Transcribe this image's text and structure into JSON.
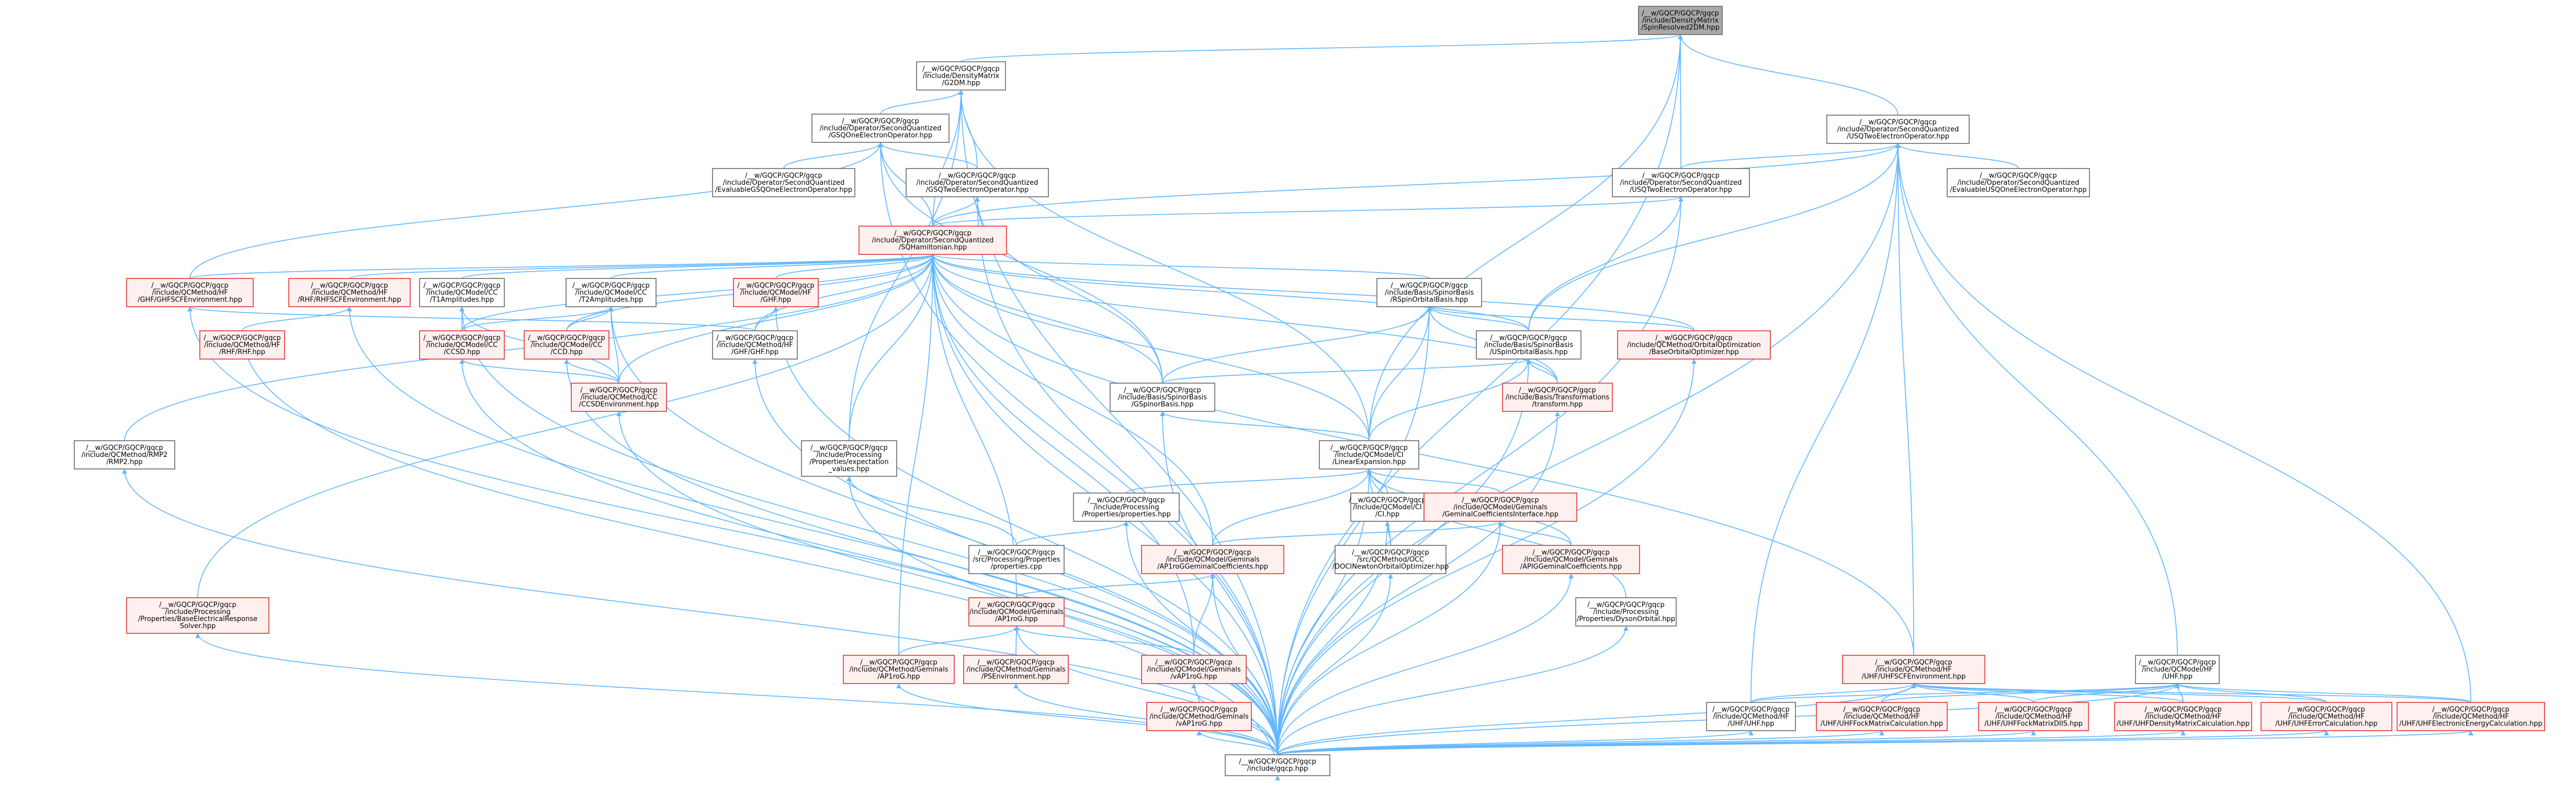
{
  "colors": {
    "edge": "#63b8ff",
    "node_border": "#666666",
    "red_border": "#e03030",
    "red_fill": "#fff0f0",
    "root_fill": "#a9a9a9"
  },
  "nodes": [
    {
      "id": "n0",
      "style": "root",
      "lines": [
        "/__w/GQCP/GQCP/gqcp",
        "/include/DensityMatrix",
        "/SpinResolved2DM.hpp"
      ]
    },
    {
      "id": "n1",
      "style": "plain",
      "lines": [
        "/__w/GQCP/GQCP/gqcp",
        "/include/DensityMatrix",
        "/G2DM.hpp"
      ]
    },
    {
      "id": "n2",
      "style": "plain",
      "lines": [
        "/__w/GQCP/GQCP/gqcp",
        "/include/Operator/SecondQuantized",
        "/USQTwoElectronOperator.hpp"
      ]
    },
    {
      "id": "n3",
      "style": "plain",
      "lines": [
        "/__w/GQCP/GQCP/gqcp",
        "/include/Operator/SecondQuantized",
        "/GSQOneElectronOperator.hpp"
      ]
    },
    {
      "id": "n4",
      "style": "plain",
      "lines": [
        "/__w/GQCP/GQCP/gqcp",
        "/include/Operator/SecondQuantized",
        "/EvaluableGSQOneElectronOperator.hpp"
      ]
    },
    {
      "id": "n5",
      "style": "plain",
      "lines": [
        "/__w/GQCP/GQCP/gqcp",
        "/include/Operator/SecondQuantized",
        "/GSQTwoElectronOperator.hpp"
      ]
    },
    {
      "id": "n6",
      "style": "plain",
      "lines": [
        "/__w/GQCP/GQCP/gqcp",
        "/include/Operator/SecondQuantized",
        "/USQTwoElectronOperator.hpp"
      ]
    },
    {
      "id": "n7",
      "style": "plain",
      "lines": [
        "/__w/GQCP/GQCP/gqcp",
        "/include/Operator/SecondQuantized",
        "/EvaluableUSQOneElectronOperator.hpp"
      ]
    },
    {
      "id": "n8",
      "style": "red",
      "lines": [
        "/__w/GQCP/GQCP/gqcp",
        "/include/Operator/SecondQuantized",
        "/SQHamiltonian.hpp"
      ]
    },
    {
      "id": "n9",
      "style": "red",
      "lines": [
        "/__w/GQCP/GQCP/gqcp",
        "/include/QCMethod/HF",
        "/GHF/GHFSCFEnvironment.hpp"
      ]
    },
    {
      "id": "n10",
      "style": "red",
      "lines": [
        "/__w/GQCP/GQCP/gqcp",
        "/include/QCMethod/HF",
        "/RHF/RHFSCFEnvironment.hpp"
      ]
    },
    {
      "id": "n11",
      "style": "plain",
      "lines": [
        "/__w/GQCP/GQCP/gqcp",
        "/include/QCModel/CC",
        "/T1Amplitudes.hpp"
      ]
    },
    {
      "id": "n12",
      "style": "plain",
      "lines": [
        "/__w/GQCP/GQCP/gqcp",
        "/include/QCModel/CC",
        "/T2Amplitudes.hpp"
      ]
    },
    {
      "id": "n13",
      "style": "red",
      "lines": [
        "/__w/GQCP/GQCP/gqcp",
        "/include/QCModel/HF",
        "/GHF.hpp"
      ]
    },
    {
      "id": "n14",
      "style": "plain",
      "lines": [
        "/__w/GQCP/GQCP/gqcp",
        "/include/Basis/SpinorBasis",
        "/RSpinOrbitalBasis.hpp"
      ]
    },
    {
      "id": "n15",
      "style": "red",
      "lines": [
        "/__w/GQCP/GQCP/gqcp",
        "/include/QCMethod/HF",
        "/RHF/RHF.hpp"
      ]
    },
    {
      "id": "n16",
      "style": "red",
      "lines": [
        "/__w/GQCP/GQCP/gqcp",
        "/include/QCModel/CC",
        "/CCSD.hpp"
      ]
    },
    {
      "id": "n17",
      "style": "red",
      "lines": [
        "/__w/GQCP/GQCP/gqcp",
        "/include/QCModel/CC",
        "/CCD.hpp"
      ]
    },
    {
      "id": "n18",
      "style": "plain",
      "lines": [
        "/__w/GQCP/GQCP/gqcp",
        "/include/QCMethod/HF",
        "/GHF/GHF.hpp"
      ]
    },
    {
      "id": "n19",
      "style": "plain",
      "lines": [
        "/__w/GQCP/GQCP/gqcp",
        "/include/Basis/SpinorBasis",
        "/USpinOrbitalBasis.hpp"
      ]
    },
    {
      "id": "n20",
      "style": "red",
      "lines": [
        "/__w/GQCP/GQCP/gqcp",
        "/include/QCMethod/OrbitalOptimization",
        "/BaseOrbitalOptimizer.hpp"
      ]
    },
    {
      "id": "n21",
      "style": "red",
      "lines": [
        "/__w/GQCP/GQCP/gqcp",
        "/include/QCMethod/CC",
        "/CCSDEnvironment.hpp"
      ]
    },
    {
      "id": "n22",
      "style": "plain",
      "lines": [
        "/__w/GQCP/GQCP/gqcp",
        "/include/Basis/SpinorBasis",
        "/GSpinorBasis.hpp"
      ]
    },
    {
      "id": "n23",
      "style": "red",
      "lines": [
        "/__w/GQCP/GQCP/gqcp",
        "/include/Basis/Transformations",
        "/transform.hpp"
      ]
    },
    {
      "id": "n24",
      "style": "plain",
      "lines": [
        "/__w/GQCP/GQCP/gqcp",
        "/include/QCMethod/RMP2",
        "/RMP2.hpp"
      ]
    },
    {
      "id": "n25",
      "style": "plain",
      "lines": [
        "/__w/GQCP/GQCP/gqcp",
        "/include/Processing",
        "/Properties/expectation",
        "_values.hpp"
      ]
    },
    {
      "id": "n26",
      "style": "plain",
      "lines": [
        "/__w/GQCP/GQCP/gqcp",
        "/include/QCModel/CI",
        "/LinearExpansion.hpp"
      ]
    },
    {
      "id": "n27",
      "style": "plain",
      "lines": [
        "/__w/GQCP/GQCP/gqcp",
        "/include/Processing",
        "/Properties/properties.hpp"
      ]
    },
    {
      "id": "n28",
      "style": "plain",
      "lines": [
        "/__w/GQCP/GQCP/gqcp",
        "/include/QCModel/CI",
        "/CI.hpp"
      ]
    },
    {
      "id": "n29",
      "style": "red",
      "lines": [
        "/__w/GQCP/GQCP/gqcp",
        "/include/QCModel/Geminals",
        "/GeminalCoefficientsInterface.hpp"
      ]
    },
    {
      "id": "n30",
      "style": "plain",
      "lines": [
        "/__w/GQCP/GQCP/gqcp",
        "/src/Processing/Properties",
        "/properties.cpp"
      ]
    },
    {
      "id": "n31",
      "style": "red",
      "lines": [
        "/__w/GQCP/GQCP/gqcp",
        "/include/QCModel/Geminals",
        "/AP1roGGeminalCoefficients.hpp"
      ]
    },
    {
      "id": "n32",
      "style": "plain",
      "lines": [
        "/__w/GQCP/GQCP/gqcp",
        "/src/QCMethod/OCC",
        "/DOCINewtonOrbitalOptimizer.hpp"
      ]
    },
    {
      "id": "n33",
      "style": "red",
      "lines": [
        "/__w/GQCP/GQCP/gqcp",
        "/include/QCModel/Geminals",
        "/APIGGeminalCoefficients.hpp"
      ]
    },
    {
      "id": "n34",
      "style": "red",
      "lines": [
        "/__w/GQCP/GQCP/gqcp",
        "/include/Processing",
        "/Properties/BaseElectricalResponse",
        "Solver.hpp"
      ]
    },
    {
      "id": "n35",
      "style": "red",
      "lines": [
        "/__w/GQCP/GQCP/gqcp",
        "/include/QCModel/Geminals",
        "/AP1roG.hpp"
      ]
    },
    {
      "id": "n36",
      "style": "plain",
      "lines": [
        "/__w/GQCP/GQCP/gqcp",
        "/include/Processing",
        "/Properties/DysonOrbital.hpp"
      ]
    },
    {
      "id": "n37",
      "style": "red",
      "lines": [
        "/__w/GQCP/GQCP/gqcp",
        "/include/QCMethod/Geminals",
        "/AP1roG.hpp"
      ]
    },
    {
      "id": "n38",
      "style": "red",
      "lines": [
        "/__w/GQCP/GQCP/gqcp",
        "/include/QCMethod/Geminals",
        "/PSEnvironment.hpp"
      ]
    },
    {
      "id": "n39",
      "style": "red",
      "lines": [
        "/__w/GQCP/GQCP/gqcp",
        "/include/QCModel/Geminals",
        "/vAP1roG.hpp"
      ]
    },
    {
      "id": "n40",
      "style": "red",
      "lines": [
        "/__w/GQCP/GQCP/gqcp",
        "/include/QCMethod/Geminals",
        "/vAP1roG.hpp"
      ]
    },
    {
      "id": "n41",
      "style": "red",
      "lines": [
        "/__w/GQCP/GQCP/gqcp",
        "/include/QCMethod/HF",
        "/UHF/UHFSCFEnvironment.hpp"
      ]
    },
    {
      "id": "n42",
      "style": "plain",
      "lines": [
        "/__w/GQCP/GQCP/gqcp",
        "/include/QCModel/HF",
        "/UHF.hpp"
      ]
    },
    {
      "id": "n43",
      "style": "plain",
      "lines": [
        "/__w/GQCP/GQCP/gqcp",
        "/include/QCMethod/HF",
        "/UHF/UHF.hpp"
      ]
    },
    {
      "id": "n44",
      "style": "red",
      "lines": [
        "/__w/GQCP/GQCP/gqcp",
        "/include/QCMethod/HF",
        "/UHF/UHFFockMatrixCalculation.hpp"
      ]
    },
    {
      "id": "n45",
      "style": "red",
      "lines": [
        "/__w/GQCP/GQCP/gqcp",
        "/include/QCMethod/HF",
        "/UHF/UHFFockMatrixDIIS.hpp"
      ]
    },
    {
      "id": "n46",
      "style": "red",
      "lines": [
        "/__w/GQCP/GQCP/gqcp",
        "/include/QCMethod/HF",
        "/UHF/UHFDensityMatrixCalculation.hpp"
      ]
    },
    {
      "id": "n47",
      "style": "red",
      "lines": [
        "/__w/GQCP/GQCP/gqcp",
        "/include/QCMethod/HF",
        "/UHF/UHFErrorCalculation.hpp"
      ]
    },
    {
      "id": "n48",
      "style": "red",
      "lines": [
        "/__w/GQCP/GQCP/gqcp",
        "/include/QCMethod/HF",
        "/UHF/UHFElectronicEnergyCalculation.hpp"
      ]
    },
    {
      "id": "n49",
      "style": "plain",
      "lines": [
        "/__w/GQCP/GQCP/gqcp",
        "/include/gqcp.hpp"
      ]
    }
  ]
}
